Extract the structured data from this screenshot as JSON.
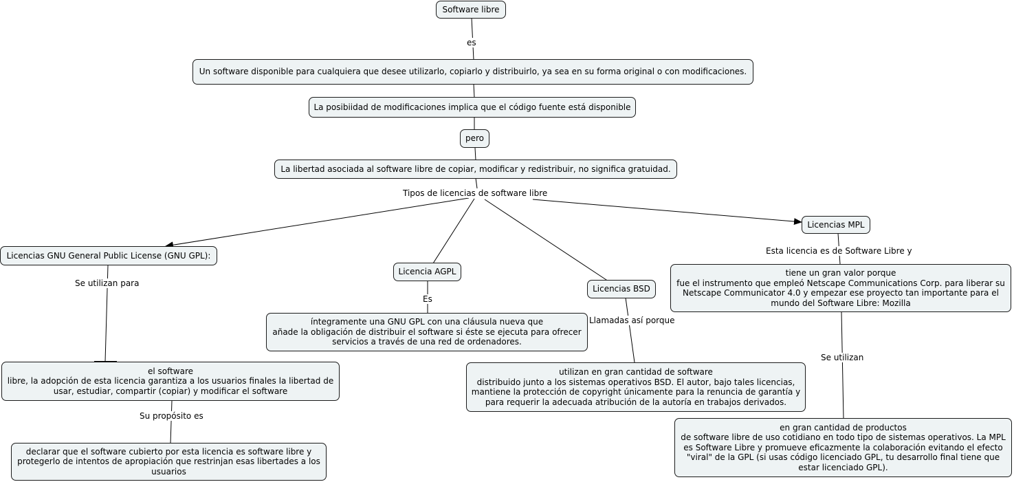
{
  "nodes": {
    "root": "Software libre",
    "definition": "Un software disponible para cualquiera que desee utilizarlo, copiarlo y distribuirlo, ya sea en su forma original o con modificaciones.",
    "modifications": "La posibiidad de modificaciones implica que el código fuente está disponible",
    "pero": "pero",
    "freedom": "La libertad asociada al software libre de copiar, modificar y redistribuir, no significa gratuidad.",
    "gpl": "Licencias GNU General Public License (GNU GPL):",
    "agpl": "Licencia AGPL",
    "bsd": "Licencias BSD",
    "mpl": "Licencias MPL",
    "gpl_desc": "el software\nlibre, la adopción de esta licencia garantiza a los usuarios finales la libertad de usar, estudiar, compartir (copiar) y modificar el software",
    "gpl_purpose": "declarar que el software cubierto por esta licencia es software libre y protegerlo de intentos de apropiación que restrinjan esas libertades a los usuarios",
    "agpl_desc": "íntegramente una GNU GPL con una cláusula nueva que\nañade la obligación de distribuir el software si éste se ejecuta para ofrecer servicios a través de una red de ordenadores.",
    "bsd_desc": "utilizan en gran cantidad de software\ndistribuido junto a los sistemas operativos BSD. El autor, bajo tales licencias, mantiene la protección de copyright únicamente para la renuncia de garantía y para requerir la adecuada atribución de la autoría en trabajos derivados.",
    "mpl_value": "tiene un gran valor porque\nfue el instrumento que empleó Netscape Communications Corp. para liberar su Netscape Communicator 4.0 y empezar ese proyecto tan importante para el mundo del Software Libre: Mozilla",
    "mpl_use": "en gran cantidad de productos\nde software libre de uso cotidiano en todo tipo de sistemas operativos. La MPL es Software Libre y promueve eficazmente la colaboración evitando el efecto \"viral\" de la GPL (si usas código licenciado GPL, tu desarrollo final tiene que estar licenciado GPL)."
  },
  "links": {
    "es": "es",
    "tipos": "Tipos de licencias de software libre",
    "gpl_use": "Se utilizan para",
    "gpl_purpose": "Su propósito es",
    "agpl_es": "Es",
    "bsd_reason": "Llamadas así porque",
    "mpl_is": "Esta licencia es de Software Libre y",
    "mpl_use": "Se utilizan"
  },
  "colors": {
    "node_fill": "#eef3f4",
    "node_border": "#1a1a1a",
    "line": "#000000"
  }
}
